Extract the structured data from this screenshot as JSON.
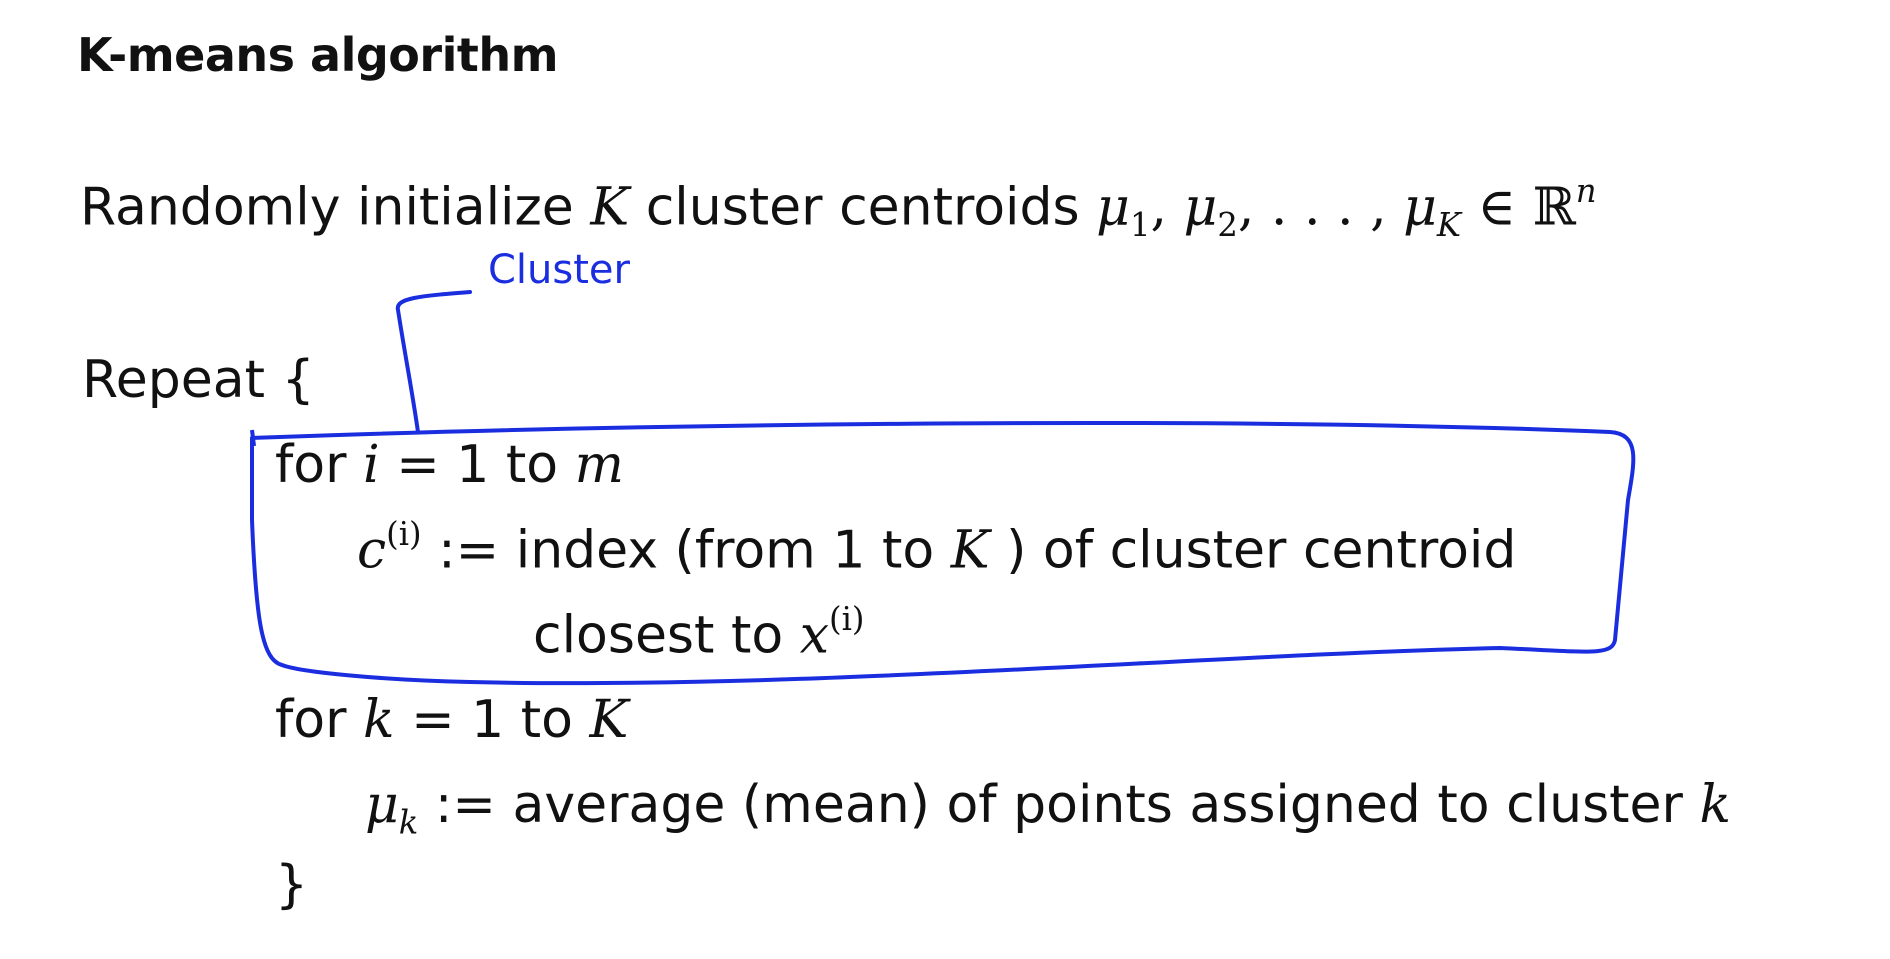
{
  "title": "K-means algorithm",
  "init": {
    "prefix": "Randomly initialize ",
    "K": "K",
    "middle": " cluster centroids ",
    "mu": "μ",
    "sub1": "1",
    "sub2": "2",
    "dots": ", . . . , ",
    "subK": "K",
    "in": " ∈ ",
    "R": "ℝ",
    "n": "n"
  },
  "repeat_open": "Repeat {",
  "loop1": {
    "for": "for ",
    "i": "i",
    "mid": " = 1 to ",
    "m": "m"
  },
  "assign": {
    "c": "c",
    "sup": "(i)",
    "text1": " := index (from 1 to ",
    "K": "K",
    "text2": " ) of cluster centroid"
  },
  "closest": {
    "text": "closest to ",
    "x": "x",
    "sup": "(i)"
  },
  "loop2": {
    "for": "for ",
    "k": "k",
    "mid": " = 1 to ",
    "K": "K"
  },
  "update": {
    "mu": "μ",
    "sub": "k",
    "text": " := average (mean) of points assigned to cluster ",
    "k": "k"
  },
  "repeat_close": "}",
  "annotation": {
    "label": "Cluster",
    "color": "#1a2ee0"
  }
}
